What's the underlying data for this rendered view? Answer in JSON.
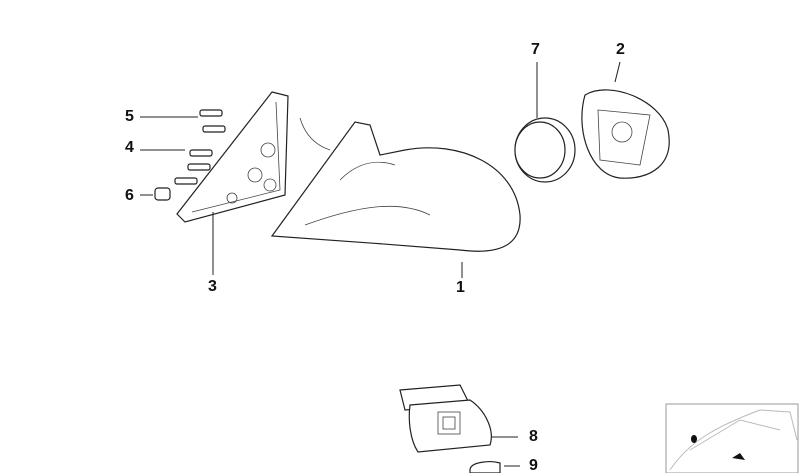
{
  "diagram": {
    "callouts": [
      {
        "id": "1",
        "part": "mirror-housing"
      },
      {
        "id": "2",
        "part": "mirror-glass-carrier"
      },
      {
        "id": "3",
        "part": "mounting-triangle-plate"
      },
      {
        "id": "4",
        "part": "screw"
      },
      {
        "id": "5",
        "part": "screw"
      },
      {
        "id": "6",
        "part": "plug"
      },
      {
        "id": "7",
        "part": "mirror-motor"
      },
      {
        "id": "8",
        "part": "mirror-switch"
      },
      {
        "id": "9",
        "part": "switch-cover"
      }
    ]
  }
}
